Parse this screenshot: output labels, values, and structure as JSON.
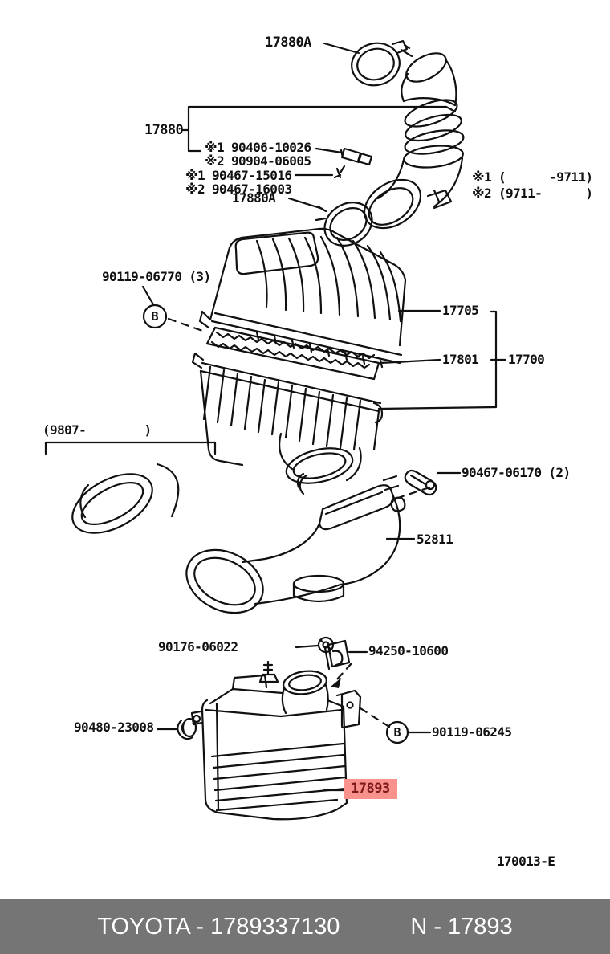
{
  "diagram": {
    "figure_code": "170013-E",
    "line_color": "#111111",
    "highlight_bg": "#F9918D",
    "highlight_text_color": "#7D1A1C",
    "labels": {
      "clamp_top": "17880A",
      "hose_assy": "17880",
      "pin_note1": "※1 90406-10026",
      "pin_note2": "※2 90904-06005",
      "clamp_note1": "※1 90467-15016",
      "clamp_note2": "※2 90467-16003",
      "clamp_lower": "17880A",
      "range_note1": "※1 (      -9711)",
      "range_note2": "※2 (9711-      )",
      "bolt_cap": "90119-06770 (3)",
      "callout_b_top": "B",
      "cap": "17705",
      "element": "17801",
      "cleaner_assy": "17700",
      "range_9807": "(9807-        )",
      "clip_duct": "90467-06170 (2)",
      "inlet_no1": "52811",
      "nut": "90176-06022",
      "clip_resonator": "94250-10600",
      "grommet": "90480-23008",
      "callout_b_bottom": "B",
      "resonator": "17893"
    }
  },
  "footer": {
    "bg": "#757575",
    "text_color": "#FFFFFF",
    "brand_part": "TOYOTA - 1789337130",
    "part_short": "N - 17893"
  }
}
